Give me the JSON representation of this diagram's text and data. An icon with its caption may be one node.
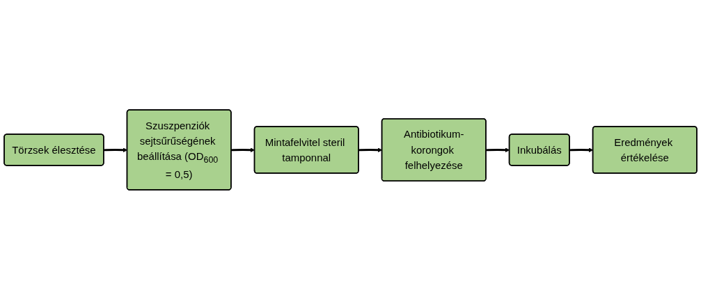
{
  "diagram": {
    "nodes": [
      {
        "text": [
          "Törzsek élesztése"
        ]
      },
      {
        "text": [
          "Szuszpenziók sejtsűrűségének beállítása (OD$_{600}$ = 0,5)"
        ]
      },
      {
        "text": [
          "Mintafelvitel steril tamponnal"
        ]
      },
      {
        "text": [
          "Antibiotikum-korongok felhelyezése"
        ]
      },
      {
        "text": [
          "Inkubálás"
        ]
      },
      {
        "text": [
          "Eredmények értékelése"
        ]
      }
    ],
    "edges": [
      {
        "from": 0,
        "to": 1,
        "arrow": "to"
      },
      {
        "from": 1,
        "to": 2,
        "arrow": "to"
      },
      {
        "from": 2,
        "to": 3,
        "arrow": "to"
      },
      {
        "from": 3,
        "to": 4,
        "arrow": "to"
      },
      {
        "from": 4,
        "to": 5,
        "arrow": "to"
      }
    ]
  }
}
